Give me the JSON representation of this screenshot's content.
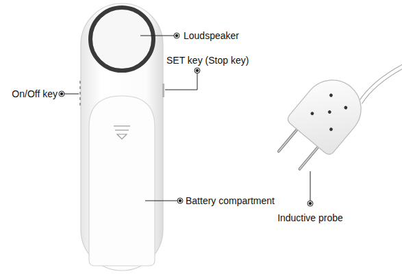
{
  "diagram": {
    "labels": [
      "Loudspeaker",
      "SET key (Stop key)",
      "On/Off key",
      "Battery compartment",
      "Inductive probe"
    ]
  }
}
